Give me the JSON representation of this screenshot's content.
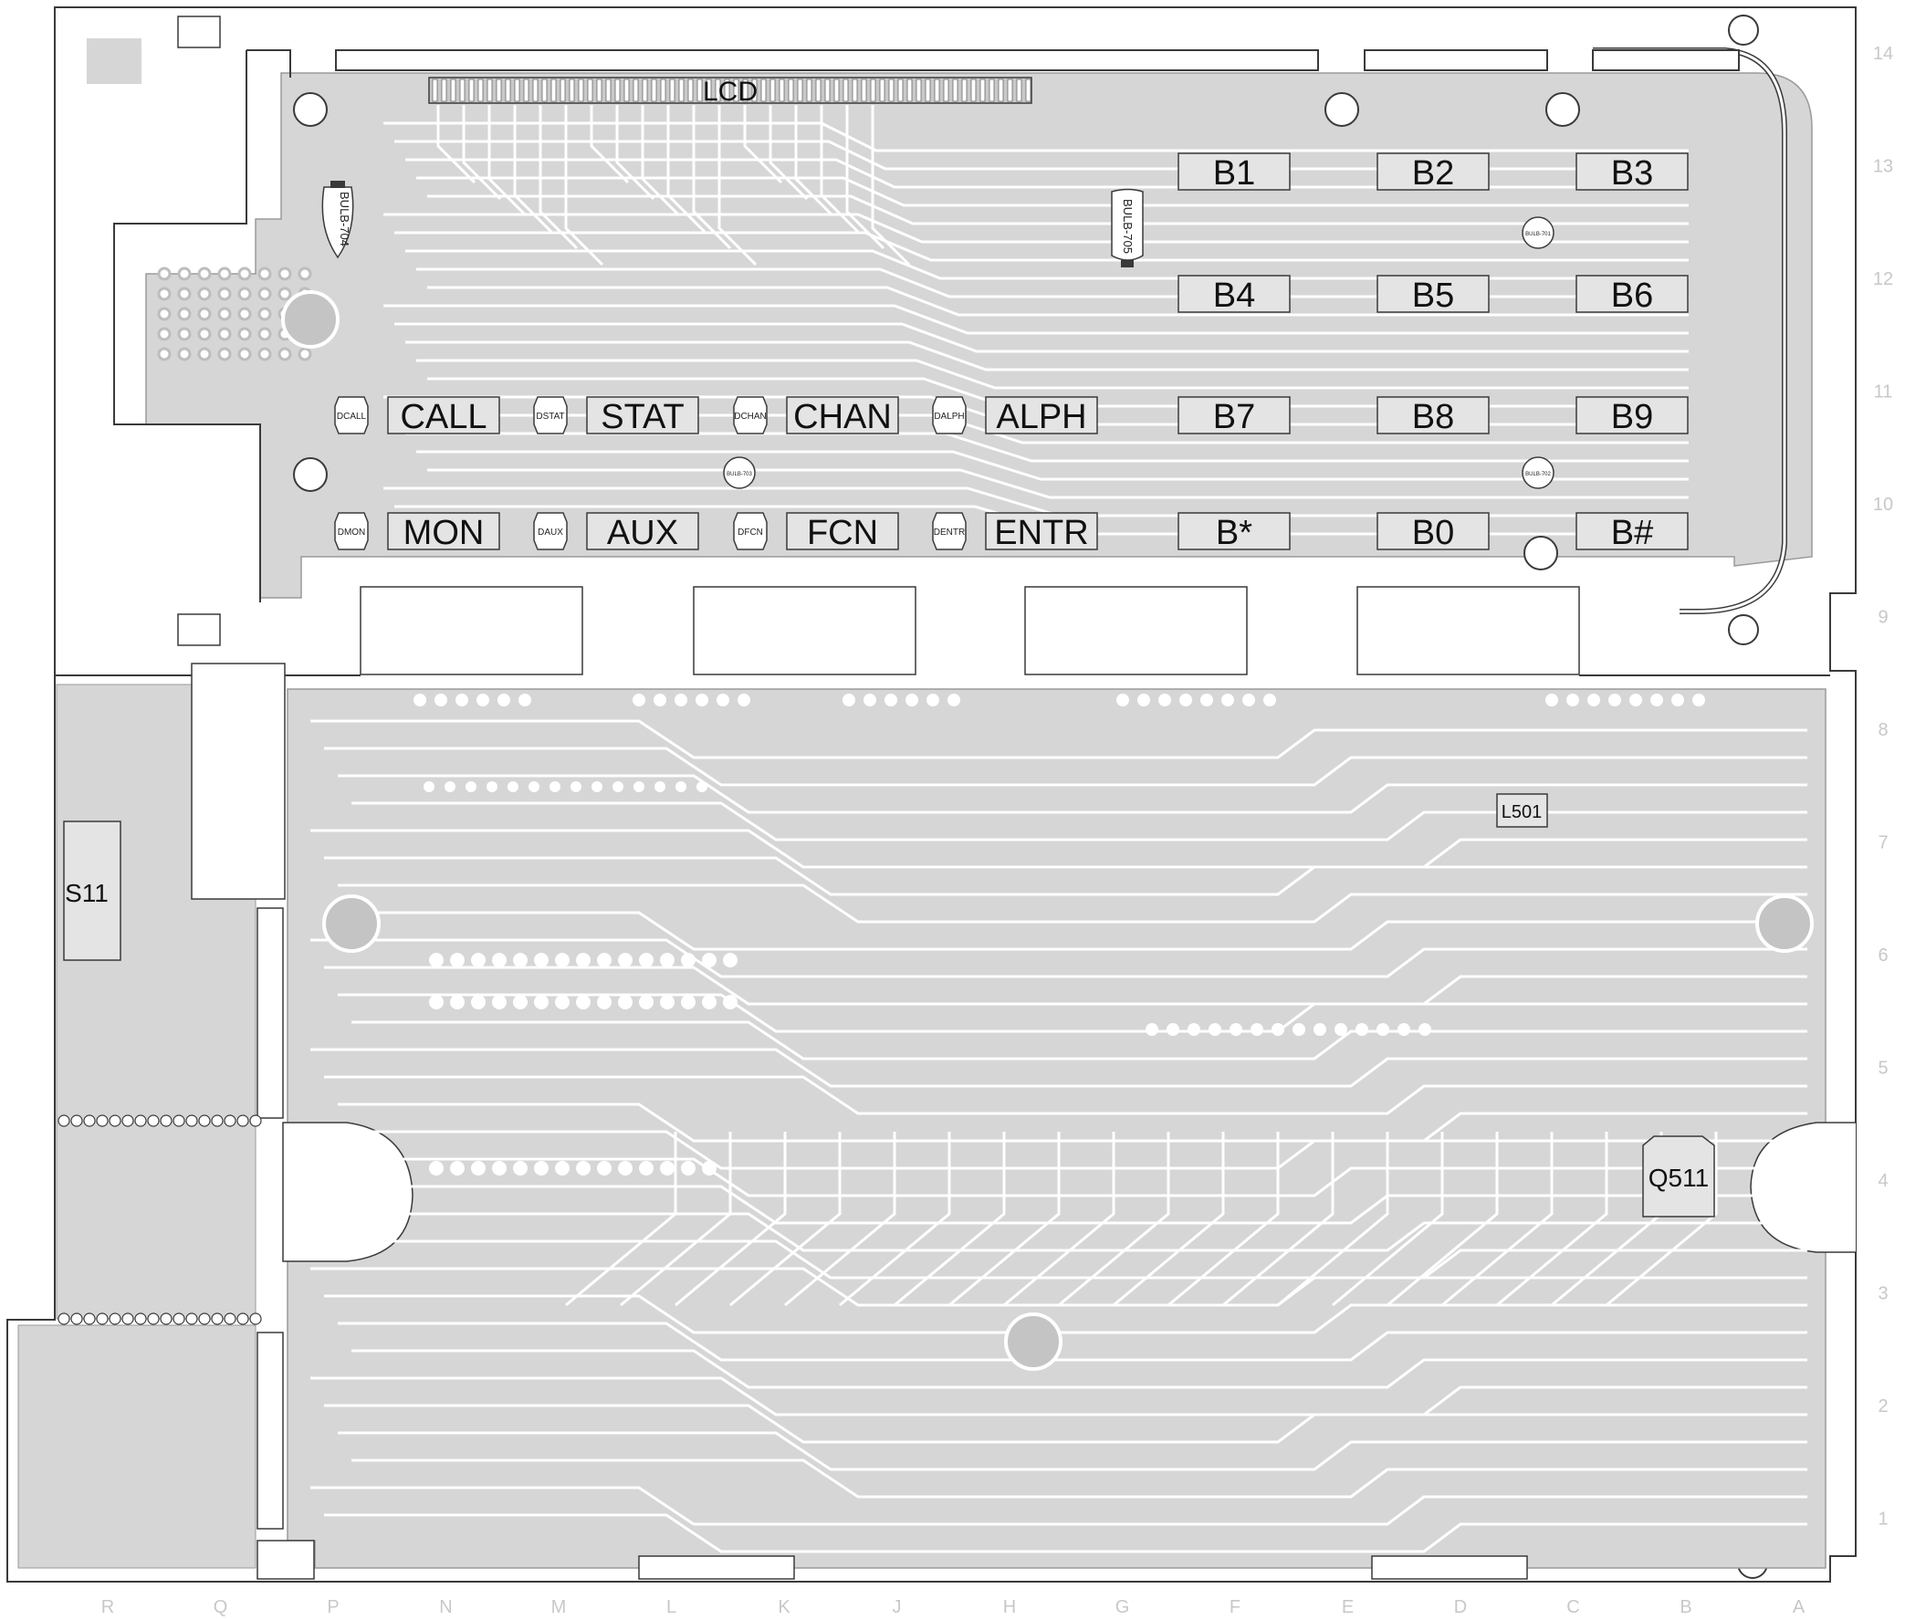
{
  "colors": {
    "copper": "#d6d6d6",
    "trace": "#c4c4c4",
    "outline": "#3a3a3a",
    "pad": "#ffffff",
    "grid_label": "#c8c8c8"
  },
  "connector_label": "LCD",
  "keys_left": [
    {
      "led": "DCALL",
      "label": "CALL"
    },
    {
      "led": "DSTAT",
      "label": "STAT"
    },
    {
      "led": "DCHAN",
      "label": "CHAN"
    },
    {
      "led": "DALPH",
      "label": "ALPH"
    },
    {
      "led": "DMON",
      "label": "MON"
    },
    {
      "led": "DAUX",
      "label": "AUX"
    },
    {
      "led": "DFCN",
      "label": "FCN"
    },
    {
      "led": "DENTR",
      "label": "ENTR"
    }
  ],
  "keys_numeric": [
    "B1",
    "B2",
    "B3",
    "B4",
    "B5",
    "B6",
    "B7",
    "B8",
    "B9",
    "B*",
    "B0",
    "B#"
  ],
  "bulbs": {
    "bulb704": "BULB-704",
    "bulb705": "BULB-705",
    "bulb701": "BULB-701",
    "bulb702": "BULB-702",
    "bulb703": "BULB-703"
  },
  "components": {
    "s11": "S11",
    "l501": "L501",
    "q511": "Q511"
  },
  "grid": {
    "columns": [
      "R",
      "Q",
      "P",
      "N",
      "M",
      "L",
      "K",
      "J",
      "H",
      "G",
      "F",
      "E",
      "D",
      "C",
      "B",
      "A"
    ],
    "rows": [
      "14",
      "13",
      "12",
      "11",
      "10",
      "9",
      "8",
      "7",
      "6",
      "5",
      "4",
      "3",
      "2",
      "1"
    ]
  }
}
